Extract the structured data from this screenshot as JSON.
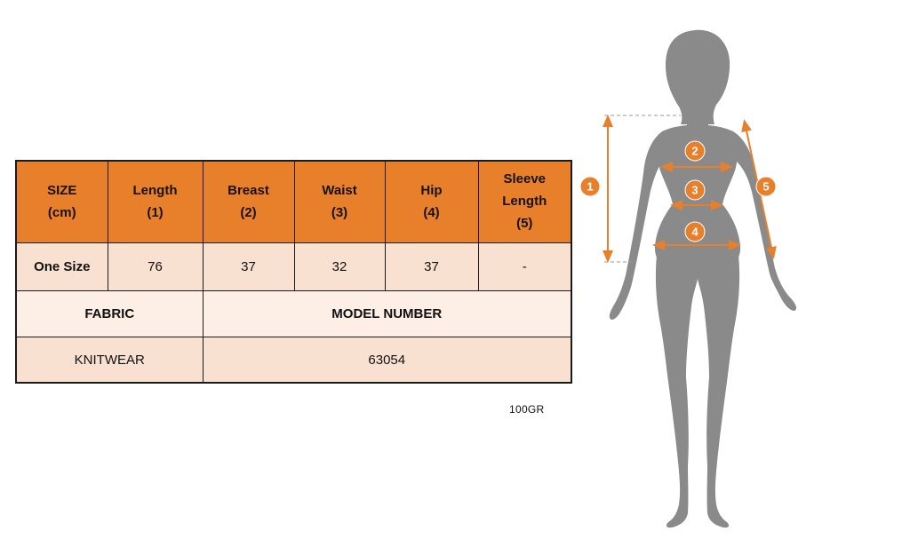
{
  "colors": {
    "accent": "#e87f2b",
    "silhouette": "#8a8a8a",
    "header_bg": "#e87f2b",
    "row_bg": "#f9e1d2",
    "row_alt_bg": "#fdeee6",
    "border": "#1a1a1a"
  },
  "table": {
    "headers": [
      "SIZE\n(cm)",
      "Length\n(1)",
      "Breast\n(2)",
      "Waist\n(3)",
      "Hip\n(4)",
      "Sleeve\nLength\n(5)"
    ],
    "size_row": {
      "label": "One Size",
      "length": "76",
      "breast": "37",
      "waist": "32",
      "hip": "37",
      "sleeve": "-"
    },
    "fabric_label": "FABRIC",
    "model_label": "MODEL NUMBER",
    "fabric_value": "KNITWEAR",
    "model_value": "63054"
  },
  "note": "100GR",
  "figure": {
    "markers": [
      "1",
      "2",
      "3",
      "4",
      "5"
    ]
  }
}
